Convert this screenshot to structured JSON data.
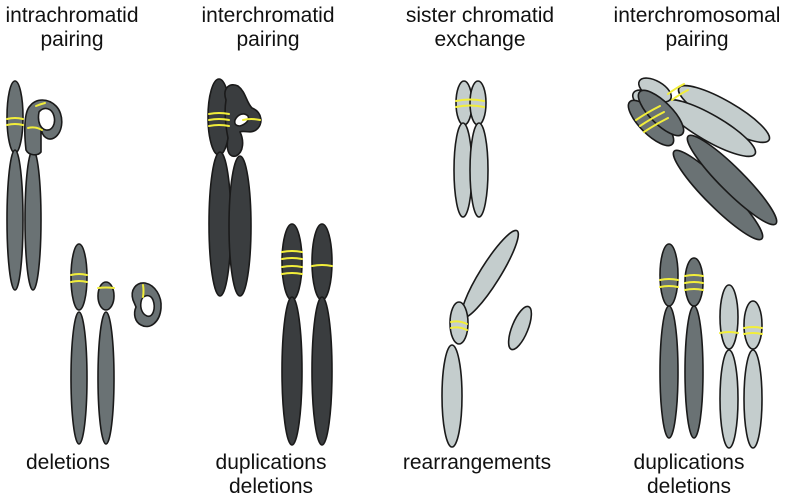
{
  "colors": {
    "light": "#c4cdcd",
    "medium": "#6a7274",
    "dark": "#3a3d3f",
    "band": "#f2ee3a",
    "outline": "#1a1a1a"
  },
  "panels": [
    {
      "title_line1": "intrachromatid",
      "title_line2": "pairing",
      "outcome_line1": "deletions",
      "outcome_line2": ""
    },
    {
      "title_line1": "interchromatid",
      "title_line2": "pairing",
      "outcome_line1": "duplications",
      "outcome_line2": "deletions"
    },
    {
      "title_line1": "sister chromatid",
      "title_line2": "exchange",
      "outcome_line1": "rearrangements",
      "outcome_line2": ""
    },
    {
      "title_line1": "interchromosomal",
      "title_line2": "pairing",
      "outcome_line1": "duplications",
      "outcome_line2": "deletions"
    }
  ]
}
